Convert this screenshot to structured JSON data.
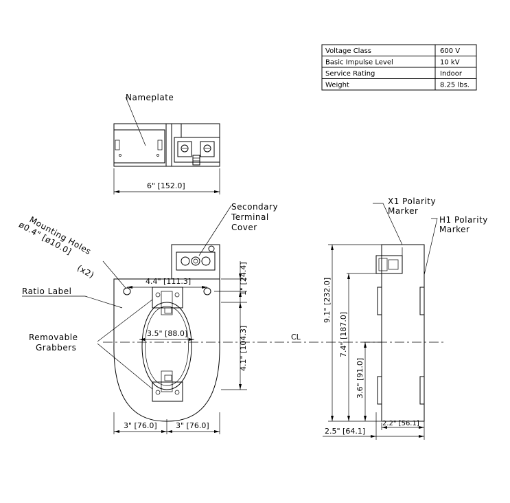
{
  "specs_table": {
    "rows": [
      {
        "label": "Voltage Class",
        "value": "600 V"
      },
      {
        "label": "Basic Impulse Level",
        "value": "10 kV"
      },
      {
        "label": "Service Rating",
        "value": "Indoor"
      },
      {
        "label": "Weight",
        "value": "8.25 lbs."
      }
    ]
  },
  "top_view": {
    "callout": "Nameplate",
    "width_dim": "6\" [152.0]"
  },
  "front_view": {
    "secondary_cover_line1": "Secondary",
    "secondary_cover_line2": "Terminal",
    "secondary_cover_line3": "Cover",
    "mounting_holes_line1": "Mounting Holes",
    "mounting_holes_line2": "ø0.4\" [ø10.0]",
    "mounting_holes_qty": "(x2)",
    "ratio_label": "Ratio Label",
    "grabbers_line1": "Removable",
    "grabbers_line2": "Grabbers",
    "dim_hole_spacing": "4.4\" [111.3]",
    "dim_window_width": "3.5\" [88.0]",
    "dim_top_offset": "1\" [24.4]",
    "dim_window_height": "4.1\" [104.3]",
    "dim_left_half": "3\" [76.0]",
    "dim_right_half": "3\" [76.0]",
    "centerline": "CL"
  },
  "side_view": {
    "x1_line1": "X1 Polarity",
    "x1_line2": "Marker",
    "h1_line1": "H1 Polarity",
    "h1_line2": "Marker",
    "dim_total_height": "9.1\" [232.0]",
    "dim_upper_height": "7.4\" [187.0]",
    "dim_lower_height": "3.6\" [91.0]",
    "dim_depth": "2.5\" [64.1]",
    "dim_body_depth": "2.2\" [56.1]"
  }
}
